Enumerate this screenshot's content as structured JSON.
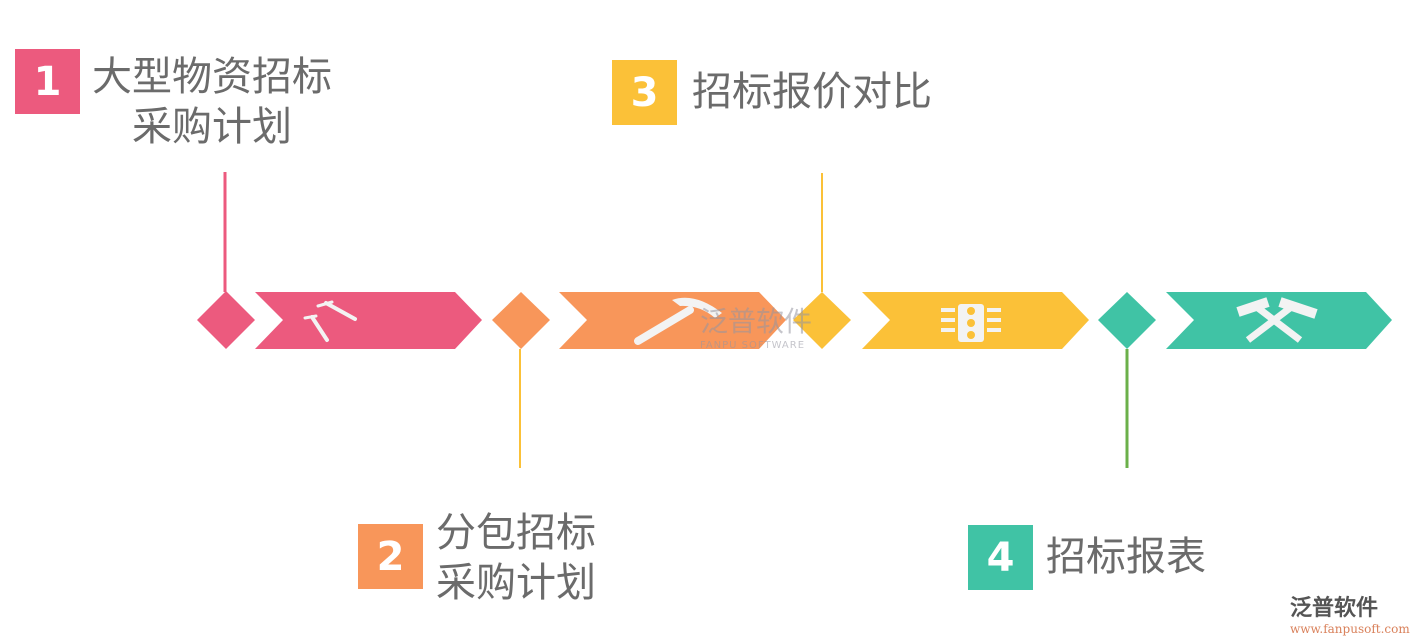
{
  "steps": [
    {
      "num": "1",
      "line1": "大型物资招标",
      "line2": "采购计划",
      "color": "#ec5a7e",
      "icon": "nails-icon"
    },
    {
      "num": "2",
      "line1": "分包招标",
      "line2": "采购计划",
      "color": "#f8965a",
      "icon": "hammer-icon"
    },
    {
      "num": "3",
      "line1": "招标报价对比",
      "line2": "",
      "color": "#fbc138",
      "icon": "traffic-light-icon"
    },
    {
      "num": "4",
      "line1": "招标报表",
      "line2": "",
      "color": "#40c3a5",
      "icon": "crossed-hammers-icon"
    }
  ],
  "watermark": {
    "name": "泛普软件",
    "sub": "FANPU SOFTWARE",
    "url": "www.fanpusoft.com"
  }
}
